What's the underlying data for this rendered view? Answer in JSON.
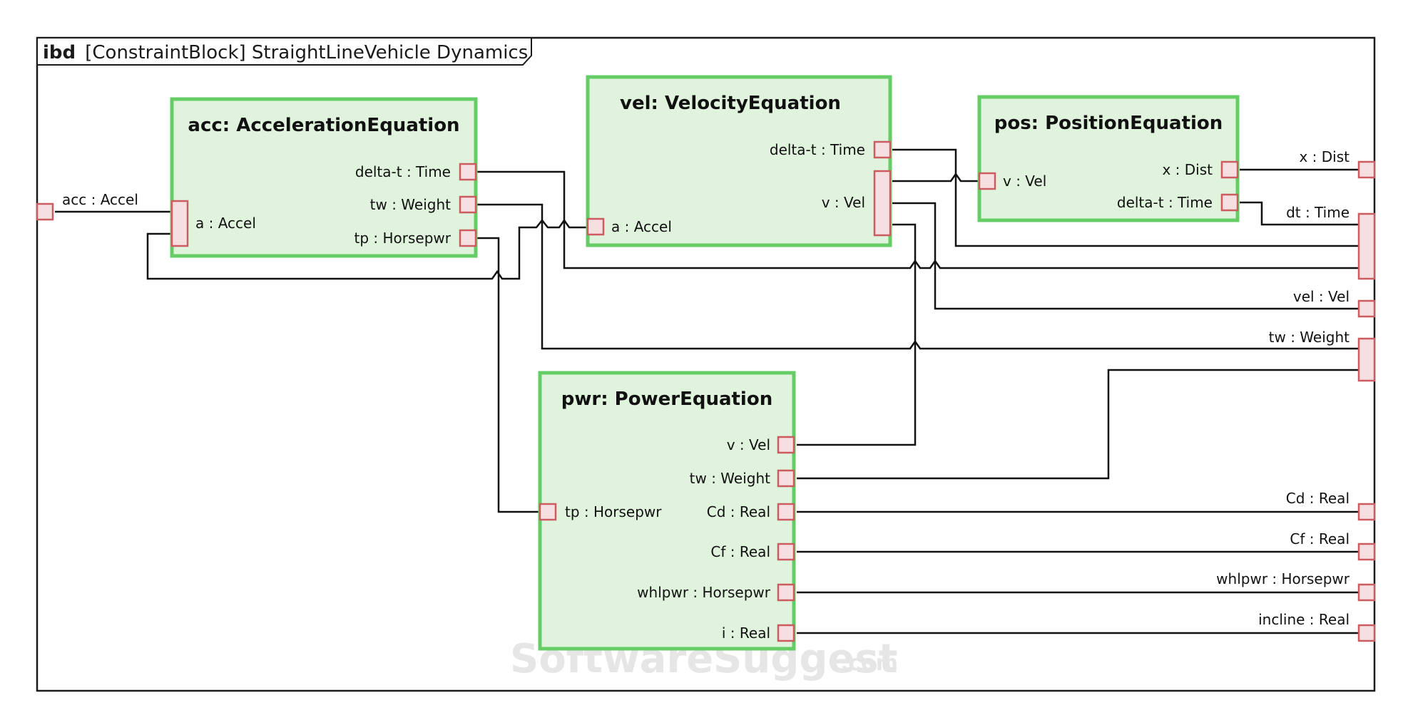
{
  "frame": {
    "keyword": "ibd",
    "title": "[ConstraintBlock] StraightLineVehicle Dynamics"
  },
  "blocks": {
    "acc": {
      "name": "acc: AccelerationEquation",
      "ports": {
        "a": "a : Accel",
        "delta_t": "delta-t : Time",
        "tw": "tw : Weight",
        "tp": "tp : Horsepwr"
      }
    },
    "vel": {
      "name": "vel: VelocityEquation",
      "ports": {
        "delta_t": "delta-t : Time",
        "v": "v : Vel",
        "a": "a : Accel"
      }
    },
    "pos": {
      "name": "pos: PositionEquation",
      "ports": {
        "v": "v : Vel",
        "x": "x : Dist",
        "delta_t": "delta-t : Time"
      }
    },
    "pwr": {
      "name": "pwr: PowerEquation",
      "ports": {
        "tp": "tp : Horsepwr",
        "v": "v : Vel",
        "tw": "tw : Weight",
        "cd": "Cd : Real",
        "cf": "Cf : Real",
        "whlpwr": "whlpwr : Horsepwr",
        "i": "i : Real"
      }
    }
  },
  "boundary_ports": {
    "acc": "acc : Accel",
    "x": "x : Dist",
    "dt": "dt : Time",
    "vel": "vel : Vel",
    "tw": "tw : Weight",
    "cd": "Cd : Real",
    "cf": "Cf : Real",
    "whlpwr": "whlpwr : Horsepwr",
    "incline": "incline : Real"
  },
  "watermark": {
    "main": "SoftwareSuggest",
    "suffix": ".com"
  },
  "colors": {
    "block_fill": "#e0f3dd",
    "block_border": "#66cc66",
    "port_fill": "#f5dfe1",
    "port_border": "#cc5c60",
    "wire": "#111111"
  }
}
